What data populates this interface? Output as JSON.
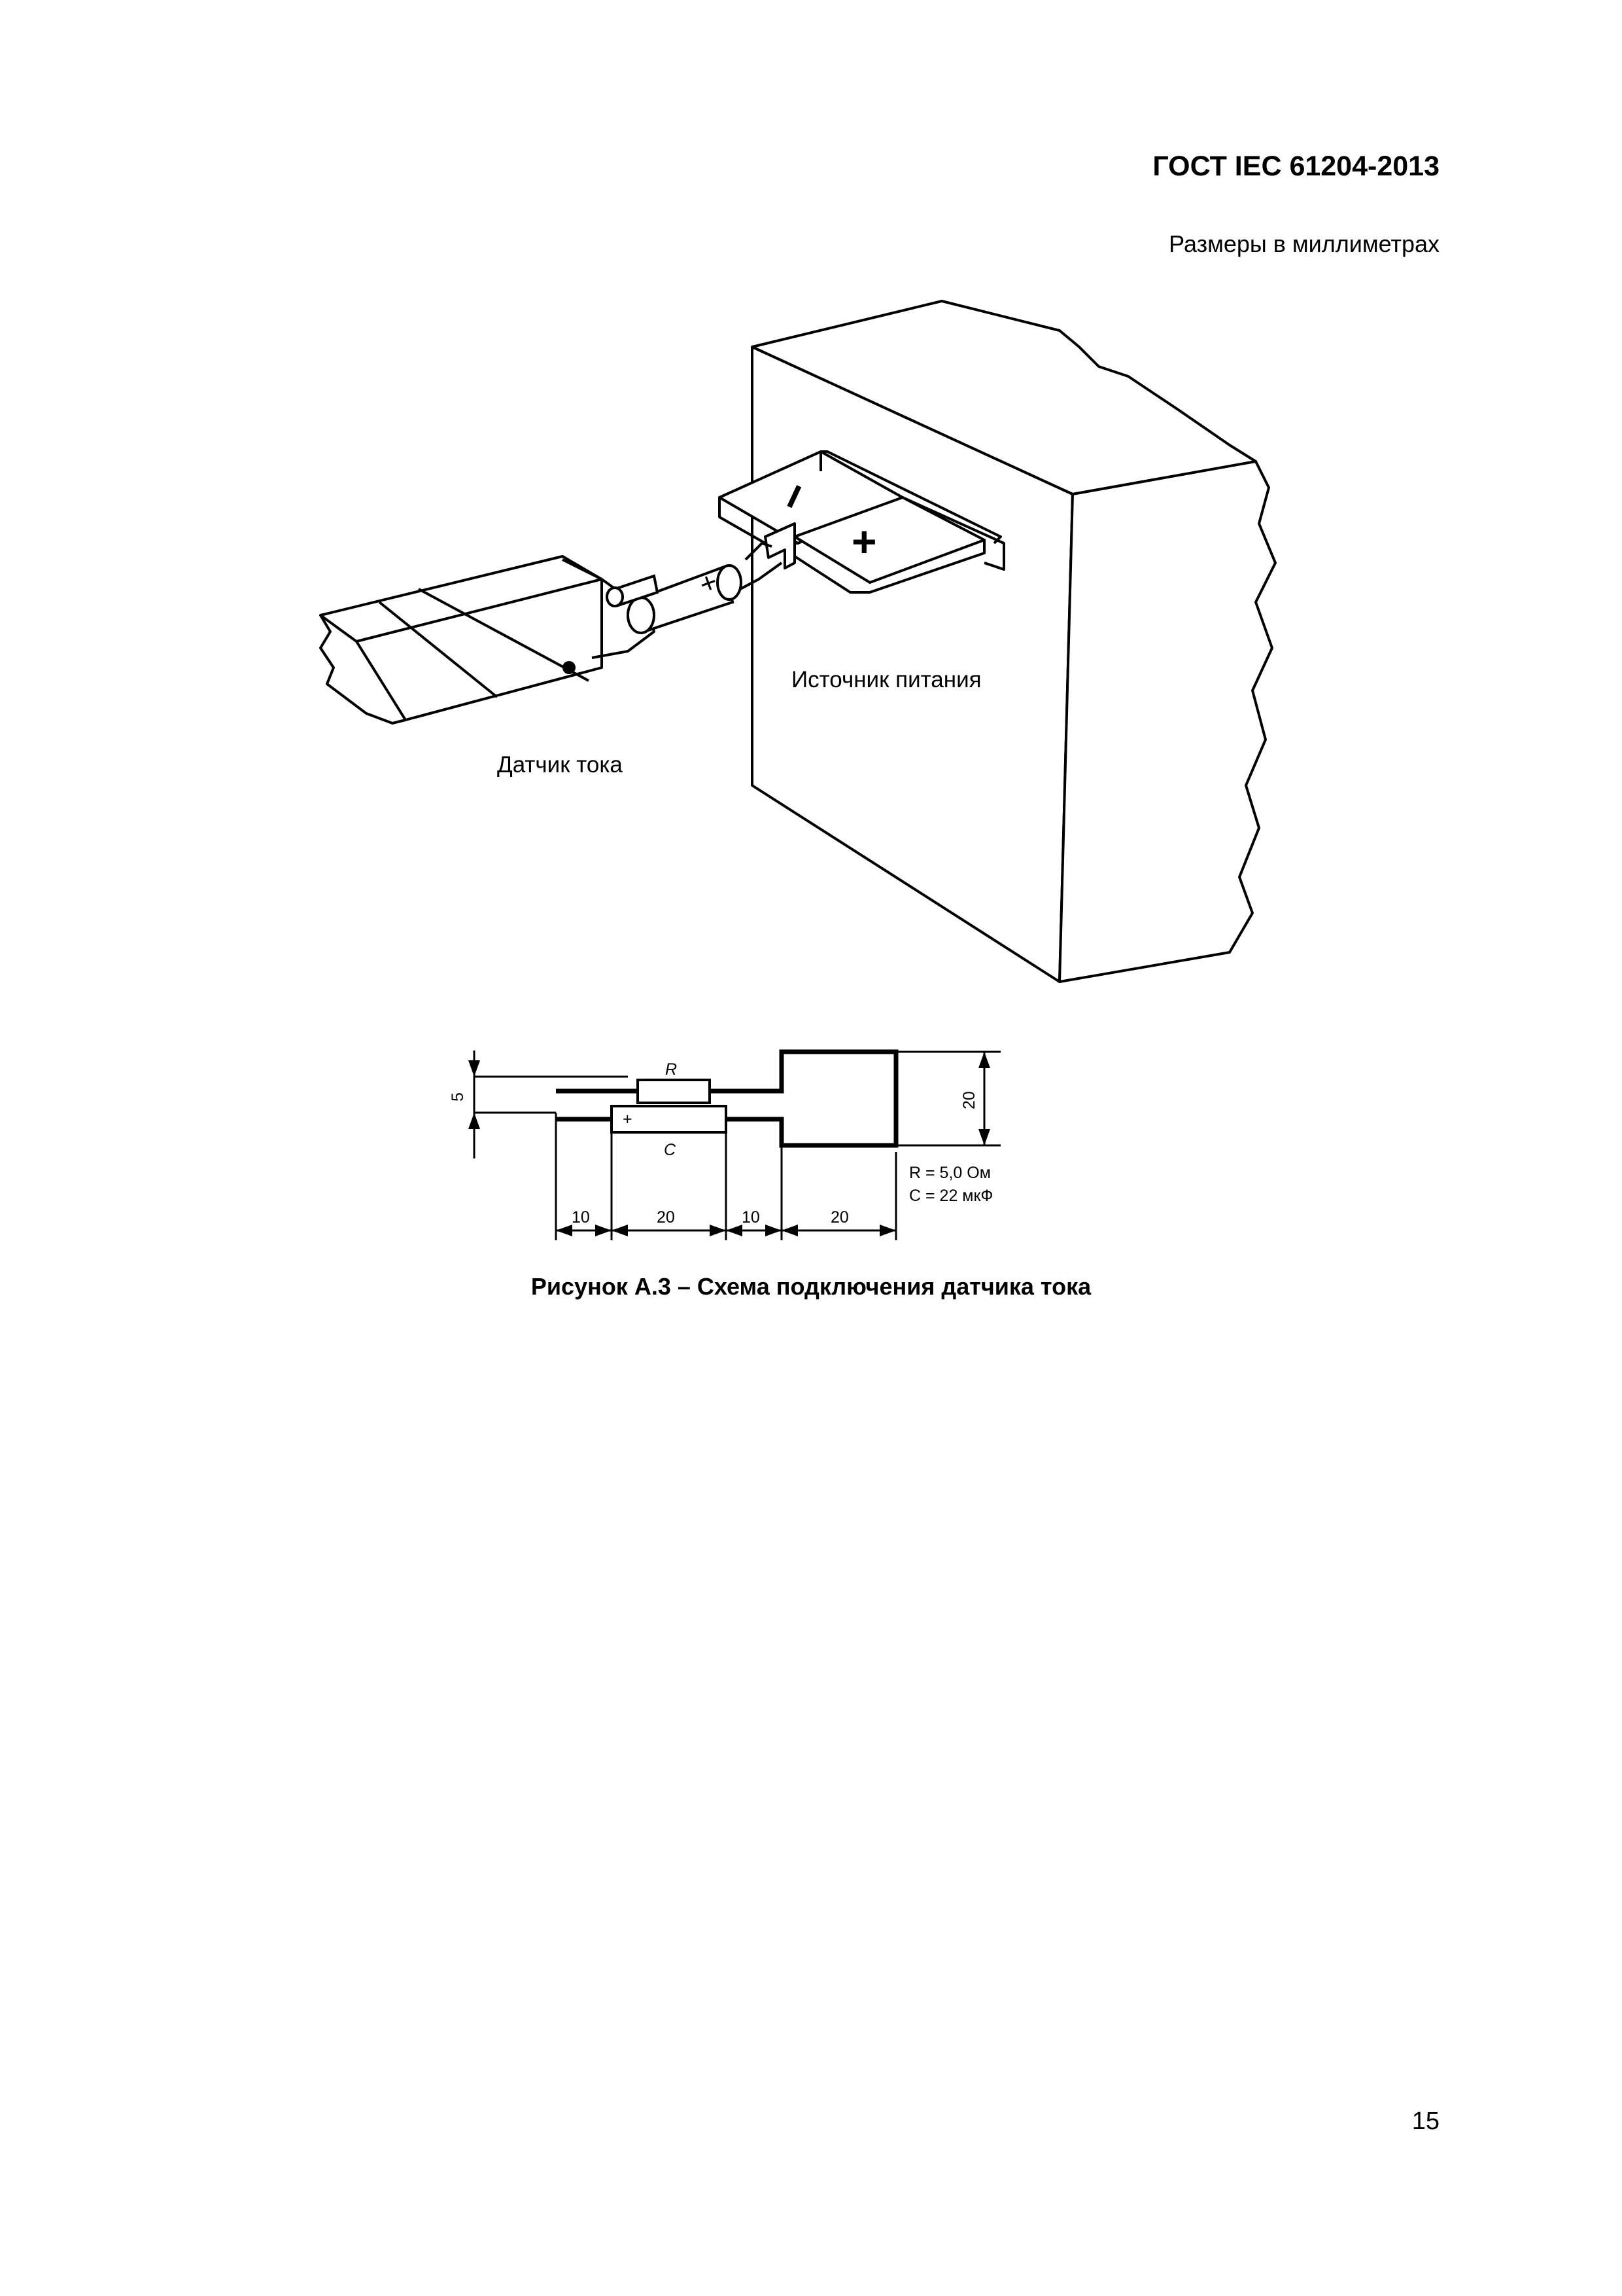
{
  "header": {
    "doc_code": "ГОСТ IEC 61204-2013",
    "units_note": "Размеры в миллиметрах"
  },
  "illustration": {
    "power_source_label": "Источник питания",
    "current_sensor_label": "Датчик тока",
    "terminal_minus": "−",
    "terminal_plus": "+",
    "capacitor_mark": "+"
  },
  "schematic": {
    "resistor_label": "R",
    "capacitor_label": "C",
    "capacitor_plus": "+",
    "dim_height_small": "5",
    "dim_height_large": "20",
    "dims_bottom": [
      "10",
      "20",
      "10",
      "20"
    ],
    "param_r": "R = 5,0 Ом",
    "param_c": "C = 22 мкФ"
  },
  "caption": "Рисунок А.3 – Схема подключения датчика тока",
  "footer": {
    "page_number": "15"
  }
}
